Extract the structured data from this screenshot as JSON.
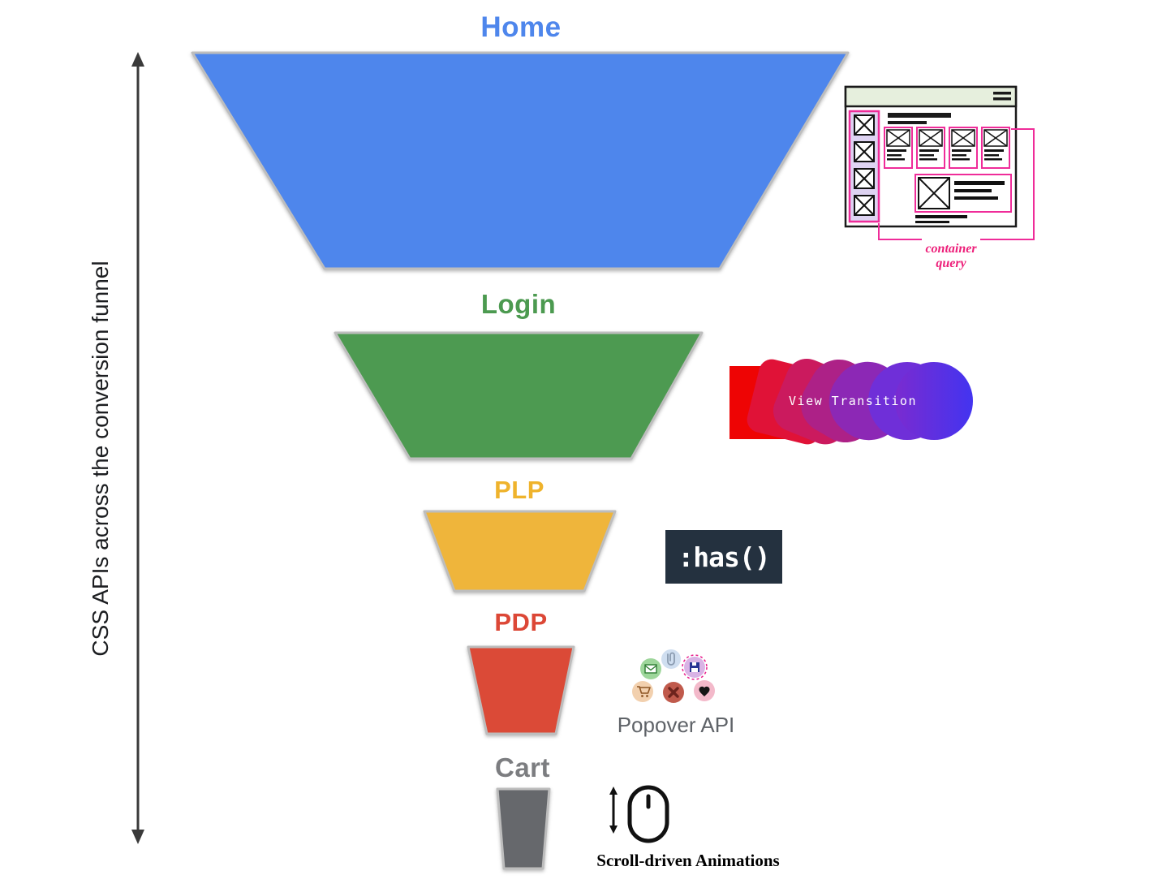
{
  "axis_label": "CSS APIs across the conversion funnel",
  "funnel_stages": [
    {
      "label": "Home",
      "color": "#4e86ec",
      "label_color": "#4e86ec"
    },
    {
      "label": "Login",
      "color": "#4d9a51",
      "label_color": "#4c9a50"
    },
    {
      "label": "PLP",
      "color": "#efb53b",
      "label_color": "#efb32c"
    },
    {
      "label": "PDP",
      "color": "#db4a37",
      "label_color": "#dc4736"
    },
    {
      "label": "Cart",
      "color": "#66686c",
      "label_color": "#7c7d80"
    }
  ],
  "annotations": {
    "container_query": {
      "line1": "container",
      "line2": "query",
      "color": "#ed1e79"
    },
    "view_transition": {
      "label": "View Transition",
      "text_color": "#ffffff",
      "start_color": "#ee0404",
      "end_color": "#4334f0"
    },
    "has": {
      "label": ":has()",
      "bg": "#24313f",
      "text_color": "#ffffff"
    },
    "popover": {
      "label": "Popover API",
      "text_color": "#5f6368"
    },
    "scroll": {
      "label": "Scroll-driven Animations",
      "text_color": "#000000"
    }
  }
}
